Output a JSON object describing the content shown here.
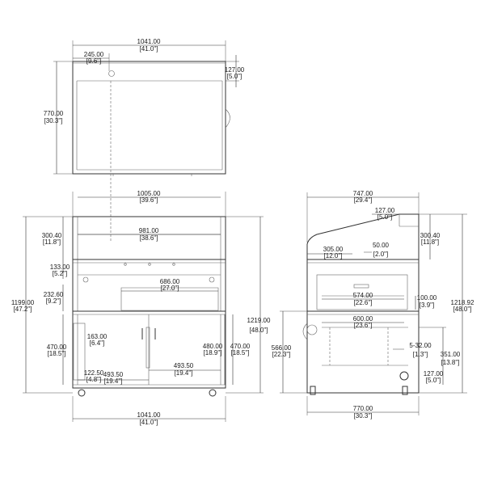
{
  "views": {
    "top": {
      "width_mm": "1041.00",
      "width_in": "[41.0\"]",
      "offset_mm": "245.00",
      "offset_in": "[9.6\"]",
      "depth_mm": "770.00",
      "depth_in": "[30.3\"]",
      "lip_mm": "127.00",
      "lip_in": "[5.0\"]"
    },
    "front": {
      "inner_width_mm": "1005.00",
      "inner_width_in": "[39.6\"]",
      "shelf_width_mm": "981.00",
      "shelf_width_in": "[38.6\"]",
      "upper_h_mm": "300.40",
      "upper_h_in": "[11.8\"]",
      "step_mm": "133.00",
      "step_in": "[5.2\"]",
      "grill_w_mm": "686.00",
      "grill_w_in": "[27.0\"]",
      "grill_h_mm": "232.60",
      "grill_h_in": "[9.2\"]",
      "total_h_mm": "1199.00",
      "total_h_in": "[47.2\"]",
      "overall_h_mm": "1219.00",
      "overall_h_in": "[48.0\"]",
      "cab_h_left_mm": "470.00",
      "cab_h_left_in": "[18.5\"]",
      "handle_mm": "163.00",
      "handle_in": "[6.4\"]",
      "door_h_mm": "480.00",
      "door_h_in": "[18.9\"]",
      "cab_h_right_mm": "470.00",
      "cab_h_right_in": "[18.5\"]",
      "door_w_mm": "493.50",
      "door_w_in": "[19.4\"]",
      "door_w2_mm": "493.50",
      "door_w2_in": "[19.4\"]",
      "caster_mm": "122.50",
      "caster_in": "[4.8\"]",
      "base_w_mm": "1041.00",
      "base_w_in": "[41.0\"]"
    },
    "side": {
      "depth_mm": "747.00",
      "depth_in": "[29.4\"]",
      "lip_mm": "127.00",
      "lip_in": "[5.0\"]",
      "upper_h_mm": "300.40",
      "upper_h_in": "[11.8\"]",
      "top_off_mm": "305.00",
      "top_off_in": "[12.0\"]",
      "gap_mm": "50.00",
      "gap_in": "[2.0\"]",
      "grill_d_mm": "574.00",
      "grill_d_in": "[22.6\"]",
      "grill_h_mm": "100.00",
      "grill_h_in": "[3.9\"]",
      "overall_h_mm": "1218.92",
      "overall_h_in": "[48.0\"]",
      "shelf_d_mm": "600.00",
      "shelf_d_in": "[23.6\"]",
      "cab_h_mm": "566.00",
      "cab_h_in": "[22.3\"]",
      "knob_mm": "5-32.00",
      "knob_in": "[1.3\"]",
      "shelf_h_mm": "351.00",
      "shelf_h_in": "[13.8\"]",
      "caster_mm": "127.00",
      "caster_in": "[5.0\"]",
      "base_d_mm": "770.00",
      "base_d_in": "[30.3\"]"
    }
  }
}
